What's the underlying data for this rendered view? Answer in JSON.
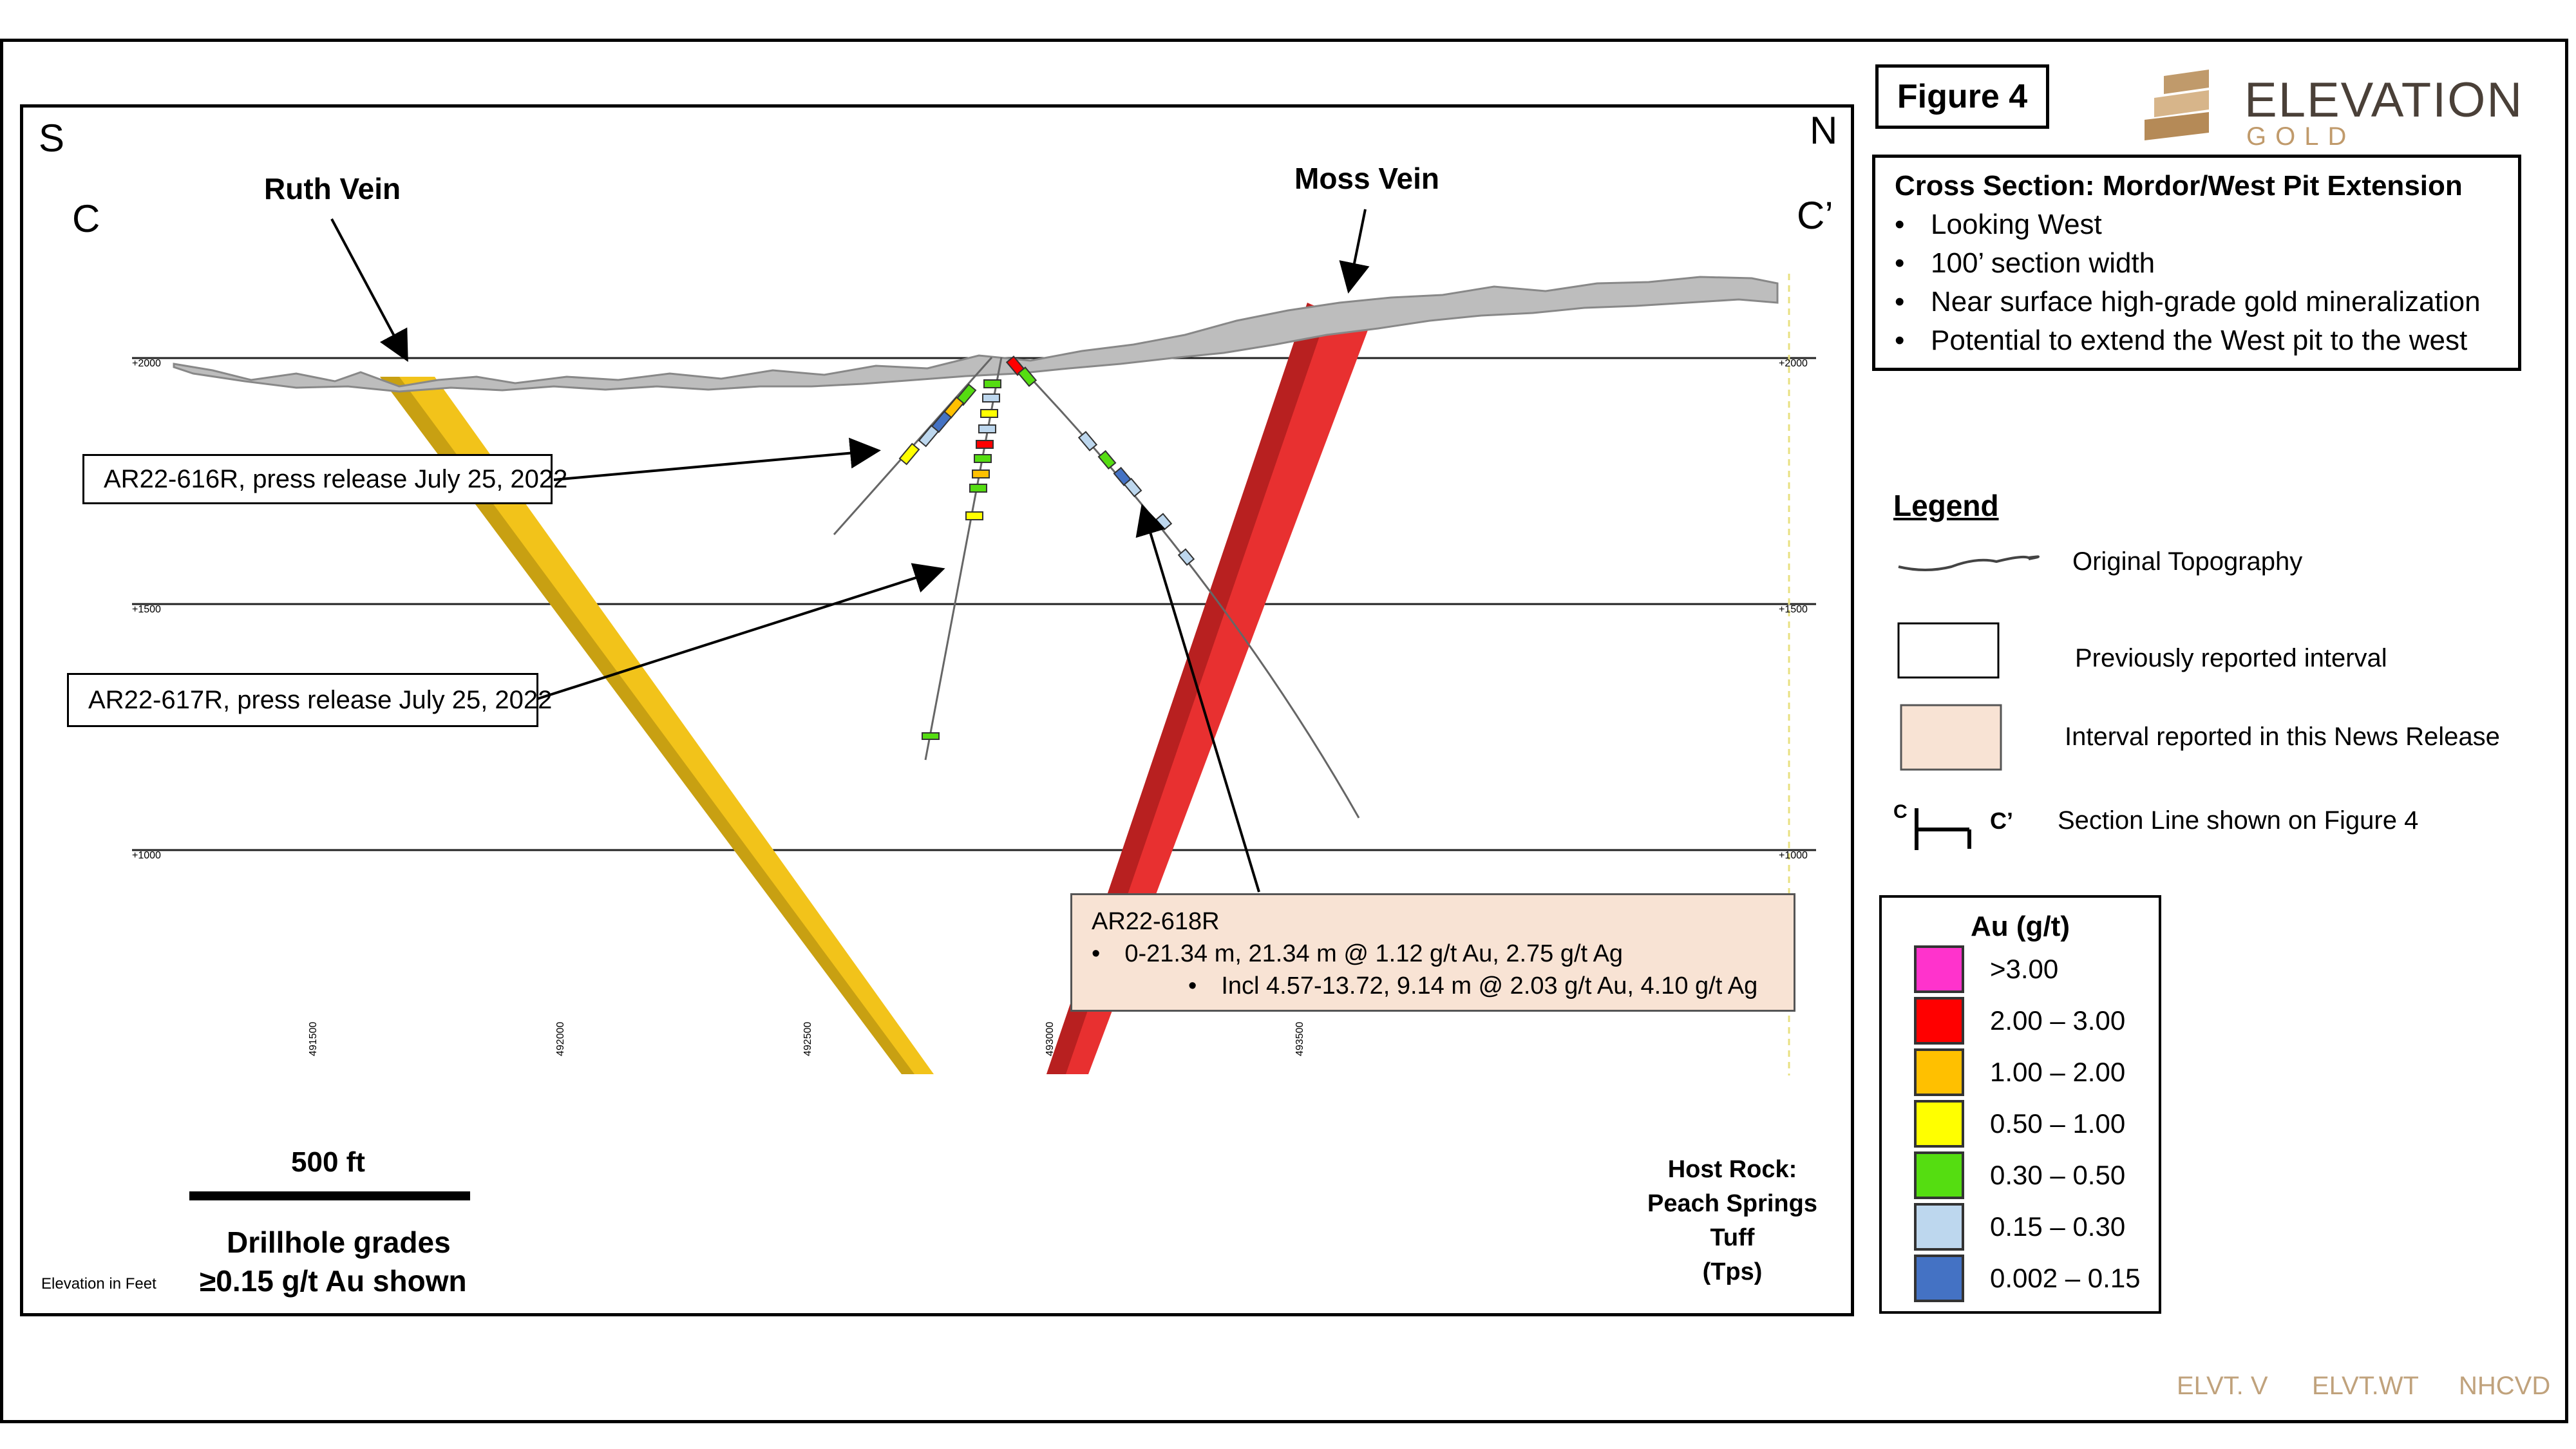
{
  "figure_label": "Figure 4",
  "logo": {
    "word": "ELEVATION",
    "sub": "GOLD",
    "colors": {
      "gold": "#c09a6b",
      "dark": "#4a4038"
    }
  },
  "section": {
    "compass_left": "S",
    "compass_right": "N",
    "line_left": "C",
    "line_right": "C’",
    "veins": [
      {
        "name": "Ruth Vein",
        "color": "#f2c31a"
      },
      {
        "name": "Moss Vein",
        "color": "#e83030"
      }
    ],
    "elevation_ticks": [
      "+2000",
      "+1500",
      "+1000"
    ],
    "easting_ticks": [
      "491500",
      "492000",
      "492500",
      "493000",
      "493500"
    ],
    "elevation_note": "Elevation in Feet",
    "host_rock": [
      "Host Rock:",
      "Peach Springs",
      "Tuff",
      "(Tps)"
    ],
    "scale_label": "500 ft",
    "grades_note": [
      "Drillhole grades",
      "≥0.15 g/t Au shown"
    ]
  },
  "callouts": {
    "ar616": "AR22-616R, press release July 25, 2022",
    "ar617": "AR22-617R, press release July 25, 2022",
    "ar618": {
      "title": "AR22-618R",
      "line1": "0-21.34 m, 21.34 m @ 1.12 g/t Au, 2.75 g/t Ag",
      "line2": "Incl 4.57-13.72, 9.14 m @ 2.03 g/t Au, 4.10 g/t Ag",
      "bullet": "•"
    }
  },
  "info_box": {
    "title": "Cross Section: Mordor/West Pit Extension",
    "bullet": "•",
    "bullets": [
      "Looking West",
      "100’ section width",
      "Near surface high-grade gold mineralization",
      "Potential to extend the West pit to the west"
    ]
  },
  "legend": {
    "title": "Legend",
    "items": [
      "Original Topography",
      "Previously reported interval",
      "Interval reported in this News Release",
      "Section Line shown on Figure 4"
    ],
    "symbol_c": "C",
    "symbol_c_prime": "C’",
    "interval_fill": "#f8e3d4"
  },
  "grade_legend": {
    "title": "Au (g/t)",
    "rows": [
      {
        "label": ">3.00",
        "color": "#ff33cc"
      },
      {
        "label": "2.00 – 3.00",
        "color": "#ff0000"
      },
      {
        "label": "1.00 – 2.00",
        "color": "#ffc000"
      },
      {
        "label": "0.50 – 1.00",
        "color": "#ffff00"
      },
      {
        "label": "0.30 – 0.50",
        "color": "#55dd11"
      },
      {
        "label": "0.15 – 0.30",
        "color": "#bdd7ee"
      },
      {
        "label": "0.002 – 0.15",
        "color": "#4472c4"
      }
    ]
  },
  "tickers": [
    "ELVT. V",
    "ELVT.WT",
    "NHCVD"
  ]
}
